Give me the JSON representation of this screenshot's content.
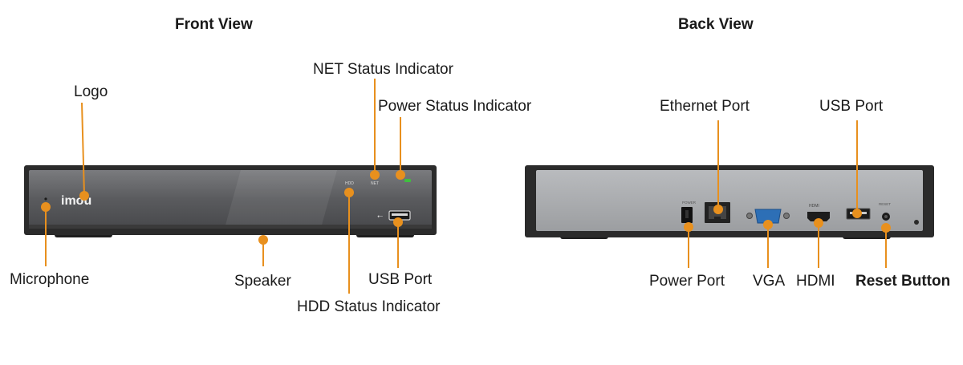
{
  "front_view": {
    "title": "Front View",
    "brand_logo_text": "imou",
    "led_labels": {
      "hdd": "HDD",
      "net": "NET"
    },
    "callouts": {
      "net_status": "NET Status Indicator",
      "logo": "Logo",
      "power_status": "Power Status Indicator",
      "microphone": "Microphone",
      "speaker": "Speaker",
      "usb_port": "USB Port",
      "hdd_status": "HDD Status Indicator"
    }
  },
  "back_view": {
    "title": "Back View",
    "port_labels": {
      "power": "POWER",
      "hdmi": "HDMI",
      "reset": "RESET"
    },
    "callouts": {
      "ethernet_port": "Ethernet Port",
      "usb_port": "USB Port",
      "power_port": "Power Port",
      "vga": "VGA",
      "hdmi": "HDMI",
      "reset_button": "Reset Button"
    }
  },
  "colors": {
    "callout_accent": "#e8901e",
    "chassis_dark": "#2b2b2b",
    "front_panel": "#5c5d60",
    "back_panel": "#a9abae",
    "power_led": "#3fbf3f",
    "vga_blue": "#2d6fb6"
  }
}
